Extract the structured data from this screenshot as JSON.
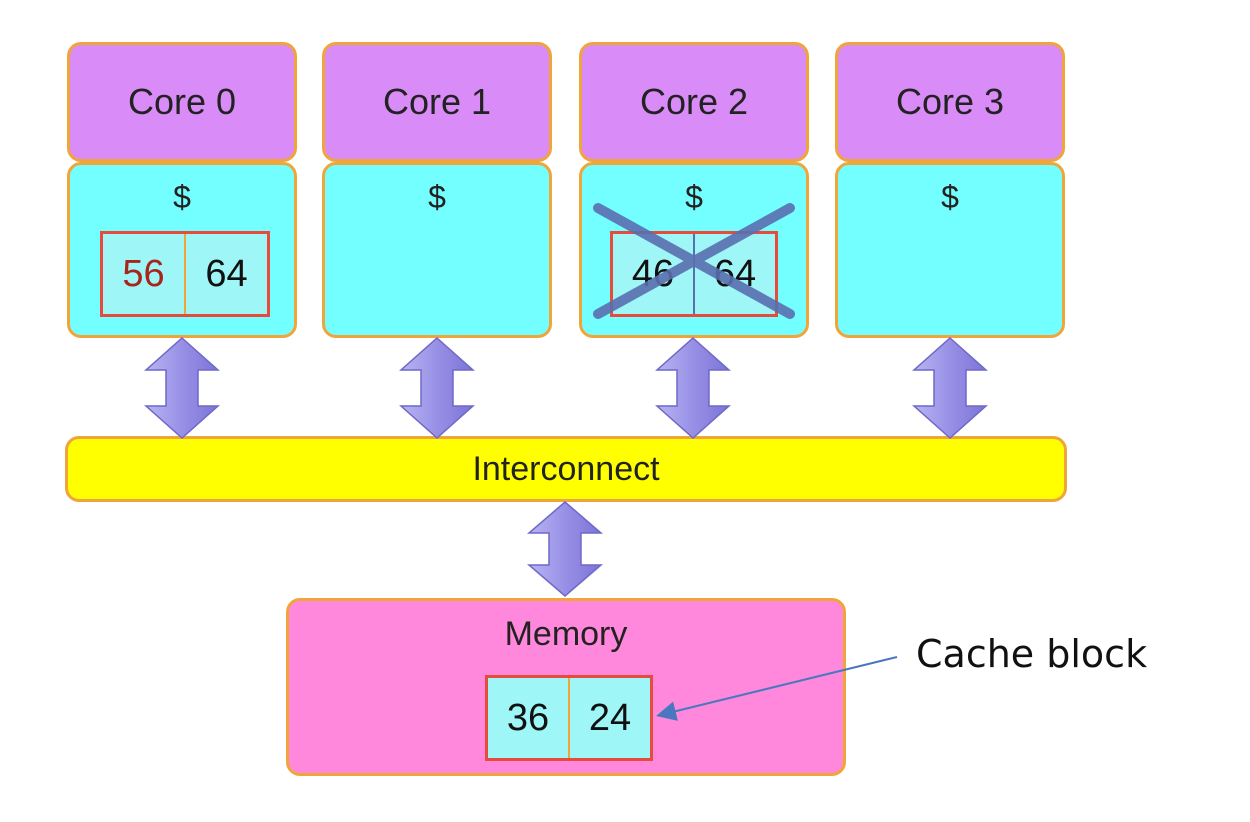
{
  "cores": [
    {
      "label": "Core 0",
      "cache_label": "$",
      "block": [
        "56",
        "64"
      ],
      "invalidated": false
    },
    {
      "label": "Core 1",
      "cache_label": "$",
      "block": null,
      "invalidated": false
    },
    {
      "label": "Core 2",
      "cache_label": "$",
      "block": [
        "46",
        "64"
      ],
      "invalidated": true
    },
    {
      "label": "Core 3",
      "cache_label": "$",
      "block": null,
      "invalidated": false
    }
  ],
  "interconnect": {
    "label": "Interconnect"
  },
  "memory": {
    "label": "Memory",
    "block": [
      "36",
      "24"
    ]
  },
  "annotation": {
    "text": "Cache block"
  },
  "colors": {
    "core": "#d98cf7",
    "cache": "#73ffff",
    "interconnect": "#ffff00",
    "memory": "#ff88dc",
    "border": "#f0a53a",
    "block_border": "#e64b3c",
    "modified_value": "#a8251b",
    "arrow": "#8f87e3",
    "cross": "#5a6fb0"
  }
}
